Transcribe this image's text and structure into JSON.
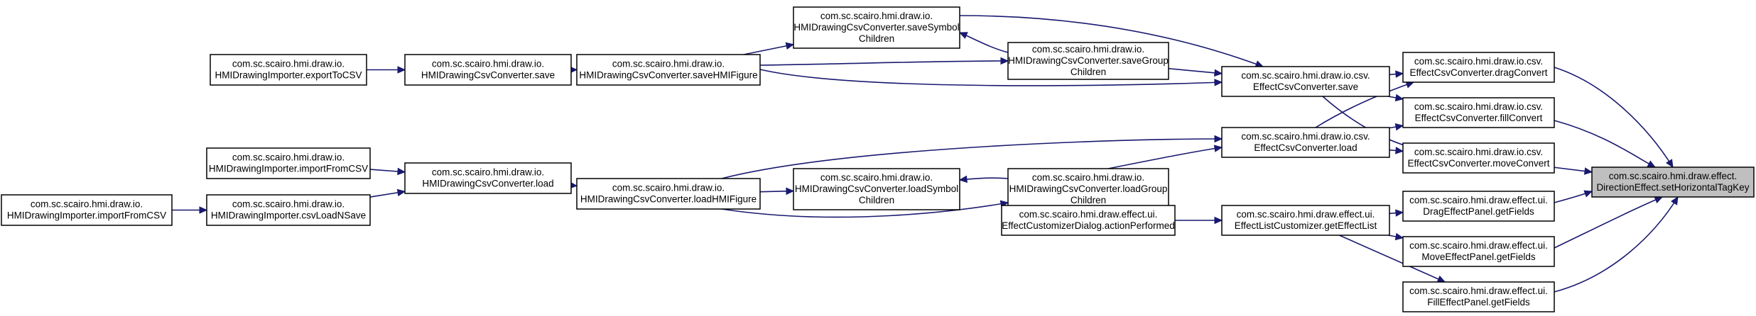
{
  "diagram": {
    "nodes": [
      {
        "id": "exportToCSV",
        "lines": [
          "com.sc.scairo.hmi.draw.io.",
          "HMIDrawingImporter.exportToCSV"
        ]
      },
      {
        "id": "csvSave",
        "lines": [
          "com.sc.scairo.hmi.draw.io.",
          "HMIDrawingCsvConverter.save"
        ]
      },
      {
        "id": "saveHMIFigure",
        "lines": [
          "com.sc.scairo.hmi.draw.io.",
          "HMIDrawingCsvConverter.saveHMIFigure"
        ]
      },
      {
        "id": "saveSymbolChildren",
        "lines": [
          "com.sc.scairo.hmi.draw.io.",
          "HMIDrawingCsvConverter.saveSymbol",
          "Children"
        ]
      },
      {
        "id": "saveGroupChildren",
        "lines": [
          "com.sc.scairo.hmi.draw.io.",
          "HMIDrawingCsvConverter.saveGroup",
          "Children"
        ]
      },
      {
        "id": "effectSave",
        "lines": [
          "com.sc.scairo.hmi.draw.io.csv.",
          "EffectCsvConverter.save"
        ]
      },
      {
        "id": "dragConvert",
        "lines": [
          "com.sc.scairo.hmi.draw.io.csv.",
          "EffectCsvConverter.dragConvert"
        ]
      },
      {
        "id": "fillConvert",
        "lines": [
          "com.sc.scairo.hmi.draw.io.csv.",
          "EffectCsvConverter.fillConvert"
        ]
      },
      {
        "id": "moveConvert",
        "lines": [
          "com.sc.scairo.hmi.draw.io.csv.",
          "EffectCsvConverter.moveConvert"
        ]
      },
      {
        "id": "effectLoad",
        "lines": [
          "com.sc.scairo.hmi.draw.io.csv.",
          "EffectCsvConverter.load"
        ]
      },
      {
        "id": "importFromCSV1",
        "lines": [
          "com.sc.scairo.hmi.draw.io.",
          "HMIDrawingImporter.importFromCSV"
        ]
      },
      {
        "id": "importFromCSV2",
        "lines": [
          "com.sc.scairo.hmi.draw.io.",
          "HMIDrawingImporter.importFromCSV"
        ]
      },
      {
        "id": "csvLoadNSave",
        "lines": [
          "com.sc.scairo.hmi.draw.io.",
          "HMIDrawingImporter.csvLoadNSave"
        ]
      },
      {
        "id": "csvLoad",
        "lines": [
          "com.sc.scairo.hmi.draw.io.",
          "HMIDrawingCsvConverter.load"
        ]
      },
      {
        "id": "loadHMIFigure",
        "lines": [
          "com.sc.scairo.hmi.draw.io.",
          "HMIDrawingCsvConverter.loadHMIFigure"
        ]
      },
      {
        "id": "loadSymbolChildren",
        "lines": [
          "com.sc.scairo.hmi.draw.io.",
          "HMIDrawingCsvConverter.loadSymbol",
          "Children"
        ]
      },
      {
        "id": "loadGroupChildren",
        "lines": [
          "com.sc.scairo.hmi.draw.io.",
          "HMIDrawingCsvConverter.loadGroup",
          "Children"
        ]
      },
      {
        "id": "setHorizontalTagKey",
        "lines": [
          "com.sc.scairo.hmi.draw.effect.",
          "DirectionEffect.setHorizontalTagKey"
        ]
      },
      {
        "id": "dragGetFields",
        "lines": [
          "com.sc.scairo.hmi.draw.effect.ui.",
          "DragEffectPanel.getFields"
        ]
      },
      {
        "id": "actionPerformed",
        "lines": [
          "com.sc.scairo.hmi.draw.effect.ui.",
          "EffectCustomizerDialog.actionPerformed"
        ]
      },
      {
        "id": "getEffectList",
        "lines": [
          "com.sc.scairo.hmi.draw.effect.ui.",
          "EffectListCustomizer.getEffectList"
        ]
      },
      {
        "id": "moveGetFields",
        "lines": [
          "com.sc.scairo.hmi.draw.effect.ui.",
          "MoveEffectPanel.getFields"
        ]
      },
      {
        "id": "fillGetFields",
        "lines": [
          "com.sc.scairo.hmi.draw.effect.ui.",
          "FillEffectPanel.getFields"
        ]
      }
    ],
    "edges": [
      {
        "from": "exportToCSV",
        "to": "csvSave"
      },
      {
        "from": "csvSave",
        "to": "saveHMIFigure"
      },
      {
        "from": "saveHMIFigure",
        "to": "saveSymbolChildren"
      },
      {
        "from": "saveHMIFigure",
        "to": "saveGroupChildren"
      },
      {
        "from": "saveHMIFigure",
        "to": "effectSave"
      },
      {
        "from": "saveGroupChildren",
        "to": "saveSymbolChildren"
      },
      {
        "from": "saveSymbolChildren",
        "to": "effectSave"
      },
      {
        "from": "saveGroupChildren",
        "to": "effectSave"
      },
      {
        "from": "effectSave",
        "to": "dragConvert"
      },
      {
        "from": "effectSave",
        "to": "fillConvert"
      },
      {
        "from": "effectSave",
        "to": "moveConvert"
      },
      {
        "from": "effectLoad",
        "to": "dragConvert"
      },
      {
        "from": "effectLoad",
        "to": "fillConvert"
      },
      {
        "from": "effectLoad",
        "to": "moveConvert"
      },
      {
        "from": "dragConvert",
        "to": "setHorizontalTagKey"
      },
      {
        "from": "fillConvert",
        "to": "setHorizontalTagKey"
      },
      {
        "from": "moveConvert",
        "to": "setHorizontalTagKey"
      },
      {
        "from": "importFromCSV1",
        "to": "csvLoad"
      },
      {
        "from": "importFromCSV2",
        "to": "csvLoadNSave"
      },
      {
        "from": "csvLoadNSave",
        "to": "csvLoad"
      },
      {
        "from": "csvLoad",
        "to": "loadHMIFigure"
      },
      {
        "from": "loadHMIFigure",
        "to": "effectLoad"
      },
      {
        "from": "loadHMIFigure",
        "to": "loadSymbolChildren"
      },
      {
        "from": "loadHMIFigure",
        "to": "loadGroupChildren"
      },
      {
        "from": "loadGroupChildren",
        "to": "loadSymbolChildren"
      },
      {
        "from": "loadGroupChildren",
        "to": "effectLoad"
      },
      {
        "from": "actionPerformed",
        "to": "getEffectList"
      },
      {
        "from": "getEffectList",
        "to": "dragGetFields"
      },
      {
        "from": "getEffectList",
        "to": "moveGetFields"
      },
      {
        "from": "getEffectList",
        "to": "fillGetFields"
      },
      {
        "from": "dragGetFields",
        "to": "setHorizontalTagKey"
      },
      {
        "from": "moveGetFields",
        "to": "setHorizontalTagKey"
      },
      {
        "from": "fillGetFields",
        "to": "setHorizontalTagKey"
      }
    ],
    "highlight_node": "setHorizontalTagKey",
    "node_fill": "#ffffff",
    "highlight_fill": "#bfbfbf",
    "edge_color": "#191970"
  }
}
